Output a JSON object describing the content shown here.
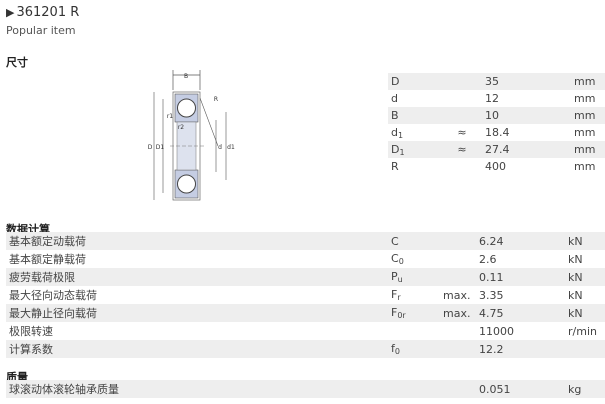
{
  "header": {
    "arrow_glyph": "▶",
    "title": "361201 R",
    "subtitle": "Popular item"
  },
  "sections": {
    "dimensions": "尺寸",
    "calculation": "数据计算",
    "mass": "质量"
  },
  "drawing_labels": {
    "B": "B",
    "R": "R",
    "r1": "r1",
    "r2": "r2",
    "D": "D",
    "D1": "D1",
    "d": "d",
    "d1": "d1"
  },
  "dimensions": [
    {
      "sym": "D",
      "sub": "",
      "approx": "",
      "value": "35",
      "unit": "mm"
    },
    {
      "sym": "d",
      "sub": "",
      "approx": "",
      "value": "12",
      "unit": "mm"
    },
    {
      "sym": "B",
      "sub": "",
      "approx": "",
      "value": "10",
      "unit": "mm"
    },
    {
      "sym": "d",
      "sub": "1",
      "approx": "≈",
      "value": "18.4",
      "unit": "mm"
    },
    {
      "sym": "D",
      "sub": "1",
      "approx": "≈",
      "value": "27.4",
      "unit": "mm"
    },
    {
      "sym": "R",
      "sub": "",
      "approx": "",
      "value": "400",
      "unit": "mm"
    }
  ],
  "calculation": [
    {
      "label": "基本额定动载荷",
      "sym": "C",
      "sub": "",
      "qual": "",
      "value": "6.24",
      "unit": "kN"
    },
    {
      "label": "基本额定静载荷",
      "sym": "C",
      "sub": "0",
      "qual": "",
      "value": "2.6",
      "unit": "kN"
    },
    {
      "label": "疲劳载荷极限",
      "sym": "P",
      "sub": "u",
      "qual": "",
      "value": "0.11",
      "unit": "kN"
    },
    {
      "label": "最大径向动态载荷",
      "sym": "F",
      "sub": "r",
      "qual": "max.",
      "value": "3.35",
      "unit": "kN"
    },
    {
      "label": "最大静止径向载荷",
      "sym": "F",
      "sub": "0r",
      "qual": "max.",
      "value": "4.75",
      "unit": "kN"
    },
    {
      "label": "极限转速",
      "sym": "",
      "sub": "",
      "qual": "",
      "value": "11000",
      "unit": "r/min"
    },
    {
      "label": "计算系数",
      "sym": "f",
      "sub": "0",
      "qual": "",
      "value": "12.2",
      "unit": ""
    }
  ],
  "mass": [
    {
      "label": "球滚动体滚轮轴承质量",
      "sym": "",
      "sub": "",
      "qual": "",
      "value": "0.051",
      "unit": "kg"
    }
  ]
}
